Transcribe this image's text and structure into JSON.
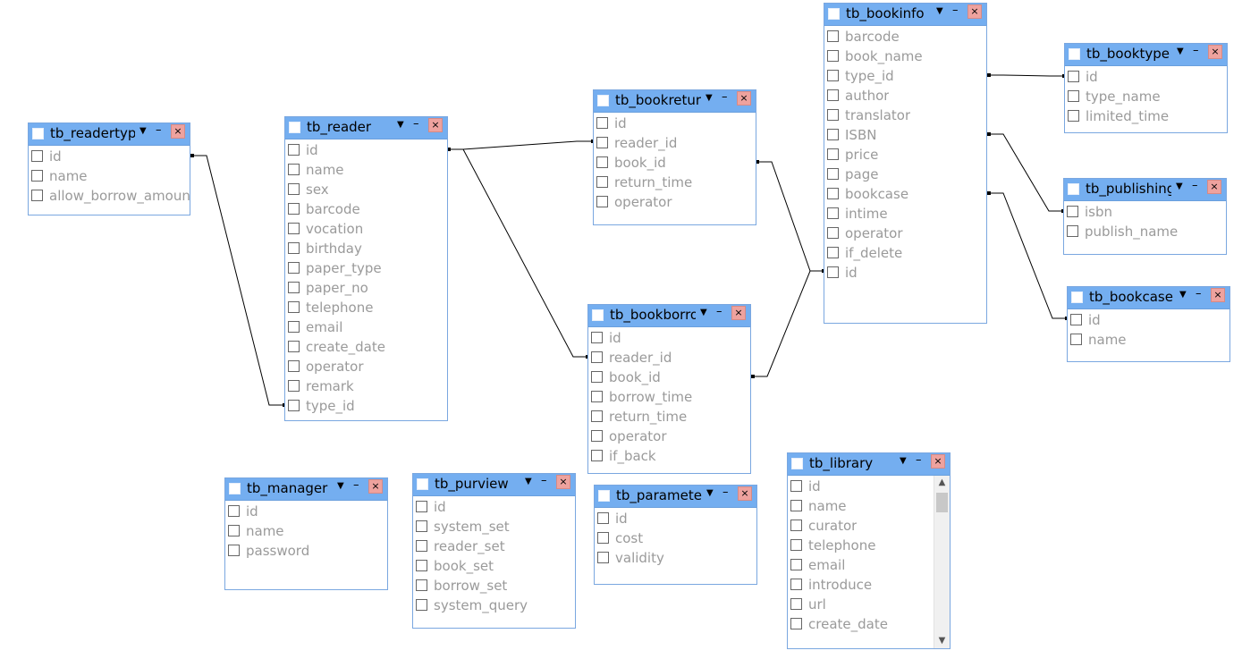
{
  "tables": {
    "readertype": {
      "title": "tb_readertype",
      "columns": [
        "id",
        "name",
        "allow_borrow_amount"
      ]
    },
    "reader": {
      "title": "tb_reader",
      "columns": [
        "id",
        "name",
        "sex",
        "barcode",
        "vocation",
        "birthday",
        "paper_type",
        "paper_no",
        "telephone",
        "email",
        "create_date",
        "operator",
        "remark",
        "type_id"
      ]
    },
    "bookreturn": {
      "title": "tb_bookreturn",
      "columns": [
        "id",
        "reader_id",
        "book_id",
        "return_time",
        "operator"
      ]
    },
    "bookborrow": {
      "title": "tb_bookborrow",
      "columns": [
        "id",
        "reader_id",
        "book_id",
        "borrow_time",
        "return_time",
        "operator",
        "if_back"
      ]
    },
    "bookinfo": {
      "title": "tb_bookinfo",
      "columns": [
        "barcode",
        "book_name",
        "type_id",
        "author",
        "translator",
        "ISBN",
        "price",
        "page",
        "bookcase",
        "intime",
        "operator",
        "if_delete",
        "id"
      ]
    },
    "booktype": {
      "title": "tb_booktype",
      "columns": [
        "id",
        "type_name",
        "limited_time"
      ]
    },
    "publishing": {
      "title": "tb_publishing",
      "columns": [
        "isbn",
        "publish_name"
      ]
    },
    "bookcase": {
      "title": "tb_bookcase",
      "columns": [
        "id",
        "name"
      ]
    },
    "manager": {
      "title": "tb_manager",
      "columns": [
        "id",
        "name",
        "password"
      ]
    },
    "purview": {
      "title": "tb_purview",
      "columns": [
        "id",
        "system_set",
        "reader_set",
        "book_set",
        "borrow_set",
        "system_query"
      ]
    },
    "parameter": {
      "title": "tb_parameter",
      "columns": [
        "id",
        "cost",
        "validity"
      ]
    },
    "library": {
      "title": "tb_library",
      "columns": [
        "id",
        "name",
        "curator",
        "telephone",
        "email",
        "introduce",
        "url",
        "create_date"
      ]
    }
  },
  "icons": {
    "dropdown": "▼",
    "minimize": "–",
    "close": "×",
    "scroll_up": "▲",
    "scroll_down": "▼"
  },
  "colors": {
    "header": "#74aef0",
    "border": "#7aa7e0",
    "close_button": "#eea29e",
    "column_text": "#9a9a9a",
    "connector": "#000000"
  }
}
